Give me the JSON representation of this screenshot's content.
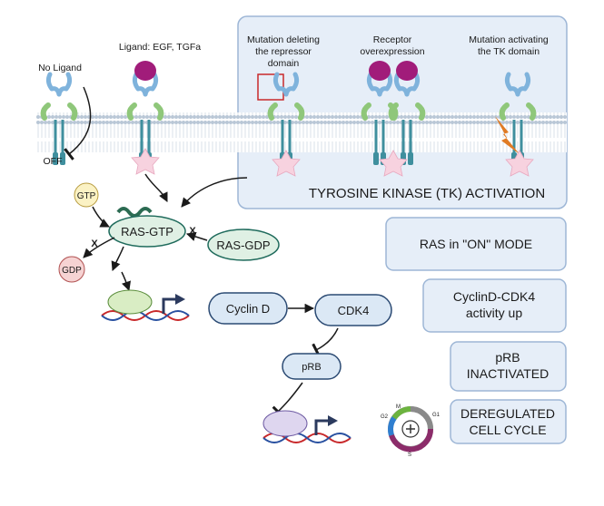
{
  "labels": {
    "no_ligand": "No Ligand",
    "ligand": "Ligand: EGF, TGFa",
    "off": "OFF",
    "mut_repressor_1": "Mutation deleting",
    "mut_repressor_2": "the repressor",
    "mut_repressor_3": "domain",
    "overexp_1": "Receptor",
    "overexp_2": "overexpression",
    "mut_tk_1": "Mutation activating",
    "mut_tk_2": "the TK domain",
    "tk_activation": "TYROSINE KINASE (TK) ACTIVATION",
    "gtp": "GTP",
    "gdp": "GDP",
    "ras_gtp": "RAS-GTP",
    "ras_gdp": "RAS-GDP",
    "x1": "X",
    "x2": "X",
    "cyclin_d": "Cyclin D",
    "cdk4": "CDK4",
    "prb": "pRB",
    "cycle_m": "M",
    "cycle_g1": "G1",
    "cycle_g2": "G2",
    "cycle_s": "S"
  },
  "summary_boxes": {
    "ras_on": "RAS in \"ON\" MODE",
    "cyclin_1": "CyclinD-CDK4",
    "cyclin_2": "activity up",
    "prb_1": "pRB",
    "prb_2": "INACTIVATED",
    "cycle_1": "DEREGULATED",
    "cycle_2": "CELL CYCLE"
  },
  "colors": {
    "panel_fill": "#e6eef8",
    "panel_stroke": "#9db6d6",
    "membrane": "#b9c7d6",
    "receptor_blue": "#7fb3dc",
    "receptor_green": "#8fc77a",
    "receptor_teal": "#3f8f9e",
    "ligand_purple": "#a11c7a",
    "pink_star": "#f7d2df",
    "ras_fill": "#dff0e4",
    "ras_stroke": "#1f6b5c",
    "oval_fill": "#dbe8f5",
    "oval_stroke": "#2b4a73",
    "gtp_fill": "#fbf2c4",
    "gdp_fill": "#f6d3d3",
    "lightning": "#e07b24",
    "dna_red": "#c8282a",
    "dna_blue": "#2850a0"
  },
  "icons": [
    "receptor-icon",
    "ligand-icon",
    "lightning-icon",
    "dna-icon",
    "transcription-arrow-icon",
    "cell-cycle-icon",
    "star-domain-icon"
  ]
}
